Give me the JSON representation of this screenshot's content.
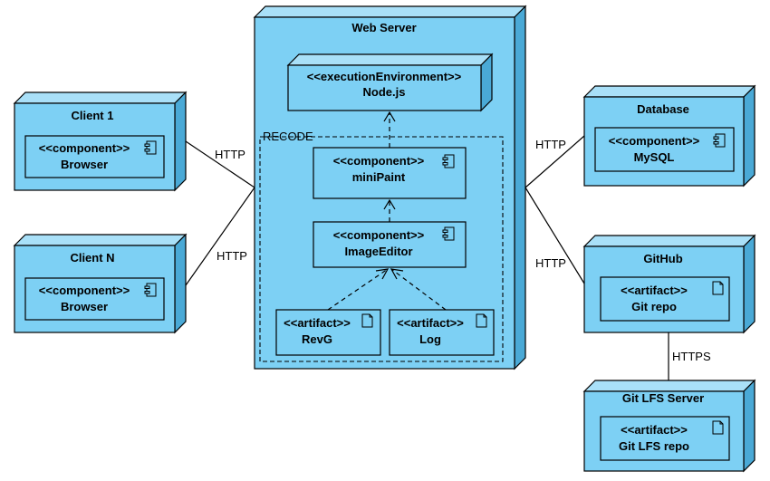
{
  "nodes": {
    "web_server": "Web Server",
    "client1": "Client 1",
    "clientN": "Client N",
    "database": "Database",
    "github": "GitHub",
    "gitlfs": "Git LFS Server"
  },
  "components": {
    "node_env_stereotype": "<<executionEnvironment>>",
    "node_env_name": "Node.js",
    "recode": "RECODE",
    "component_stereotype": "<<component>>",
    "artifact_stereotype": "<<artifact>>",
    "minipaint": "miniPaint",
    "imageeditor": "ImageEditor",
    "revg": "RevG",
    "log": "Log",
    "browser": "Browser",
    "mysql": "MySQL",
    "gitrepo": "Git repo",
    "gitlfsrepo": "Git LFS repo"
  },
  "connections": {
    "http": "HTTP",
    "https": "HTTPS"
  }
}
